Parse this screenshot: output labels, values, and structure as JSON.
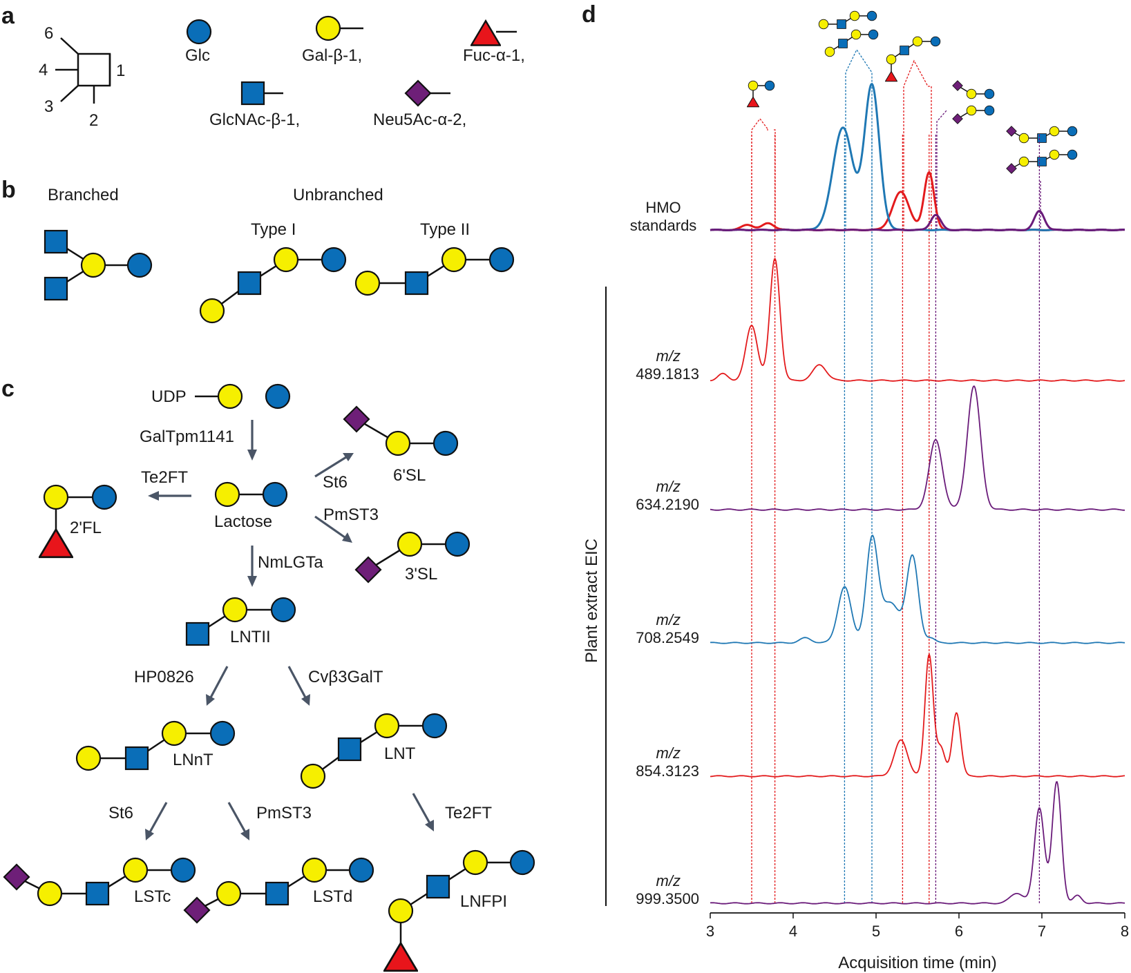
{
  "panels": {
    "a": "a",
    "b": "b",
    "c": "c",
    "d": "d"
  },
  "panel_a": {
    "ring_positions": [
      "6",
      "4",
      "3",
      "2",
      "1"
    ],
    "legend": [
      {
        "symbol": "blue-circle",
        "label": "Glc"
      },
      {
        "symbol": "yellow-circle",
        "label": "Gal-β-1,"
      },
      {
        "symbol": "red-triangle",
        "label": "Fuc-α-1,"
      },
      {
        "symbol": "blue-square",
        "label": "GlcNAc-β-1,"
      },
      {
        "symbol": "purple-diamond",
        "label": "Neu5Ac-α-2,"
      }
    ]
  },
  "panel_b": {
    "branched": "Branched",
    "unbranched": "Unbranched",
    "type1": "Type I",
    "type2": "Type II"
  },
  "panel_c": {
    "udp": "UDP",
    "enzymes": {
      "galtpm": "GalTpm1141",
      "te2ft_1": "Te2FT",
      "st6_1": "St6",
      "pmst3_1": "PmST3",
      "nmlgta": "NmLGTa",
      "hp0826": "HP0826",
      "cvb3galt": "Cvβ3GalT",
      "st6_2": "St6",
      "pmst3_2": "PmST3",
      "te2ft_2": "Te2FT"
    },
    "products": {
      "lactose": "Lactose",
      "fl2": "2'FL",
      "sl6": "6'SL",
      "sl3": "3'SL",
      "lntii": "LNTII",
      "lnnt": "LNnT",
      "lnt": "LNT",
      "lstc": "LSTc",
      "lstd": "LSTd",
      "lnfpi": "LNFPI"
    }
  },
  "colors": {
    "glc_blue": "#0a6eb8",
    "gal_yellow": "#f6ef00",
    "fuc_red": "#e8151b",
    "neu5ac_purple": "#6e1f78",
    "trace_red": "#e31a1c",
    "trace_blue": "#1f78b4",
    "trace_purple": "#6a1b7a"
  },
  "chart_data": {
    "type": "line",
    "xlabel": "Acquisition time (min)",
    "ylabel": "Plant extract EIC",
    "xlim": [
      3,
      8
    ],
    "xticks": [
      "3",
      "4",
      "5",
      "6",
      "7",
      "8"
    ],
    "standards_label": [
      "HMO",
      "standards"
    ],
    "mz_prefix": "m/z",
    "standards": [
      {
        "color": "red",
        "peaks": [
          {
            "x": 3.45,
            "h": 0.07,
            "w": 0.07
          },
          {
            "x": 3.7,
            "h": 0.09,
            "w": 0.07
          },
          {
            "x": 5.3,
            "h": 0.5,
            "w": 0.1
          },
          {
            "x": 5.64,
            "h": 0.76,
            "w": 0.06
          }
        ]
      },
      {
        "color": "blue",
        "peaks": [
          {
            "x": 4.6,
            "h": 1.35,
            "w": 0.12
          },
          {
            "x": 4.95,
            "h": 1.9,
            "w": 0.09
          }
        ]
      },
      {
        "color": "purple",
        "peaks": [
          {
            "x": 5.72,
            "h": 0.2,
            "w": 0.06
          },
          {
            "x": 6.97,
            "h": 0.25,
            "w": 0.06
          }
        ]
      }
    ],
    "eic": [
      {
        "mz": "489.1813",
        "color": "red",
        "peaks": [
          {
            "x": 3.15,
            "h": 0.05,
            "w": 0.06
          },
          {
            "x": 3.5,
            "h": 0.42,
            "w": 0.07
          },
          {
            "x": 3.78,
            "h": 0.93,
            "w": 0.06
          },
          {
            "x": 4.32,
            "h": 0.12,
            "w": 0.08
          }
        ]
      },
      {
        "mz": "634.2190",
        "color": "purple",
        "peaks": [
          {
            "x": 5.72,
            "h": 0.48,
            "w": 0.08
          },
          {
            "x": 6.18,
            "h": 0.85,
            "w": 0.08
          }
        ]
      },
      {
        "mz": "708.2549",
        "color": "blue",
        "peaks": [
          {
            "x": 4.15,
            "h": 0.04,
            "w": 0.07
          },
          {
            "x": 4.62,
            "h": 0.45,
            "w": 0.08
          },
          {
            "x": 4.95,
            "h": 0.8,
            "w": 0.07
          },
          {
            "x": 5.17,
            "h": 0.32,
            "w": 0.12
          },
          {
            "x": 5.44,
            "h": 0.68,
            "w": 0.07
          },
          {
            "x": 5.66,
            "h": 0.04,
            "w": 0.05
          }
        ]
      },
      {
        "mz": "854.3123",
        "color": "red",
        "peaks": [
          {
            "x": 5.3,
            "h": 0.28,
            "w": 0.08
          },
          {
            "x": 5.64,
            "h": 0.95,
            "w": 0.05
          },
          {
            "x": 5.78,
            "h": 0.22,
            "w": 0.05
          },
          {
            "x": 5.97,
            "h": 0.5,
            "w": 0.05
          }
        ]
      },
      {
        "mz": "999.3500",
        "color": "purple",
        "peaks": [
          {
            "x": 6.7,
            "h": 0.08,
            "w": 0.08
          },
          {
            "x": 6.97,
            "h": 0.75,
            "w": 0.06
          },
          {
            "x": 7.18,
            "h": 0.95,
            "w": 0.055
          },
          {
            "x": 7.43,
            "h": 0.06,
            "w": 0.05
          }
        ]
      }
    ],
    "guide_lines": [
      {
        "x": 3.5,
        "color": "red"
      },
      {
        "x": 3.78,
        "color": "red"
      },
      {
        "x": 4.62,
        "color": "blue"
      },
      {
        "x": 4.95,
        "color": "blue"
      },
      {
        "x": 5.32,
        "color": "red"
      },
      {
        "x": 5.64,
        "color": "red"
      },
      {
        "x": 5.72,
        "color": "purple"
      },
      {
        "x": 6.97,
        "color": "purple"
      }
    ]
  }
}
